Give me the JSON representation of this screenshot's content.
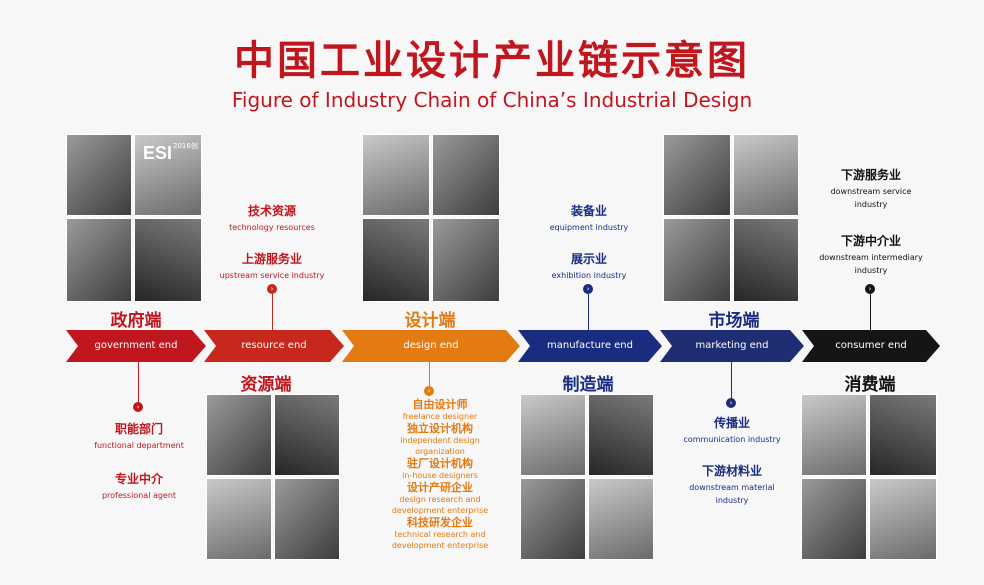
{
  "title": {
    "cn": "中国工业设计产业链示意图",
    "en": "Figure of Industry Chain of China’s Industrial Design"
  },
  "colors": {
    "government": "#c0171f",
    "resource": "#c6281e",
    "design": "#e47a12",
    "manufacture": "#1a2c80",
    "marketing": "#1f2e73",
    "consumer": "#151515"
  },
  "stages": [
    {
      "cn": "政府端",
      "en": "government end"
    },
    {
      "cn": "资源端",
      "en": "resource end"
    },
    {
      "cn": "设计端",
      "en": "design end"
    },
    {
      "cn": "制造端",
      "en": "manufacture end"
    },
    {
      "cn": "市场端",
      "en": "marketing end"
    },
    {
      "cn": "消费端",
      "en": "consumer end"
    }
  ],
  "government": {
    "items": [
      {
        "cn": "职能部门",
        "en": "functional department"
      },
      {
        "cn": "专业中介",
        "en": "professional agent"
      }
    ]
  },
  "resource": {
    "items": [
      {
        "cn": "技术资源",
        "en": "technology resources"
      },
      {
        "cn": "上游服务业",
        "en": "upstream service industry"
      }
    ]
  },
  "design": {
    "items": [
      {
        "cn": "自由设计师",
        "en": "freelance designer"
      },
      {
        "cn": "独立设计机构",
        "en": "independent design organization"
      },
      {
        "cn": "驻厂设计机构",
        "en": "in-house designers"
      },
      {
        "cn": "设计产研企业",
        "en1": "design research and",
        "en2": "development enterprise"
      },
      {
        "cn": "科技研发企业",
        "en1": "technical research and",
        "en2": "development enterprise"
      }
    ]
  },
  "manufacture": {
    "items": [
      {
        "cn": "装备业",
        "en": "equipment industry"
      },
      {
        "cn": "展示业",
        "en": "exhibition industry"
      }
    ]
  },
  "marketing": {
    "items": [
      {
        "cn": "传播业",
        "en": "communication industry"
      },
      {
        "cn": "下游材料业",
        "en1": "downstream material",
        "en2": "industry"
      }
    ]
  },
  "consumer": {
    "items": [
      {
        "cn": "下游服务业",
        "en1": "downstream service",
        "en2": "industry"
      },
      {
        "cn": "下游中介业",
        "en1": "downstream intermediary",
        "en2": "industry"
      }
    ]
  },
  "photo_booth_text": {
    "sign": "ESI",
    "line": "2016创"
  }
}
